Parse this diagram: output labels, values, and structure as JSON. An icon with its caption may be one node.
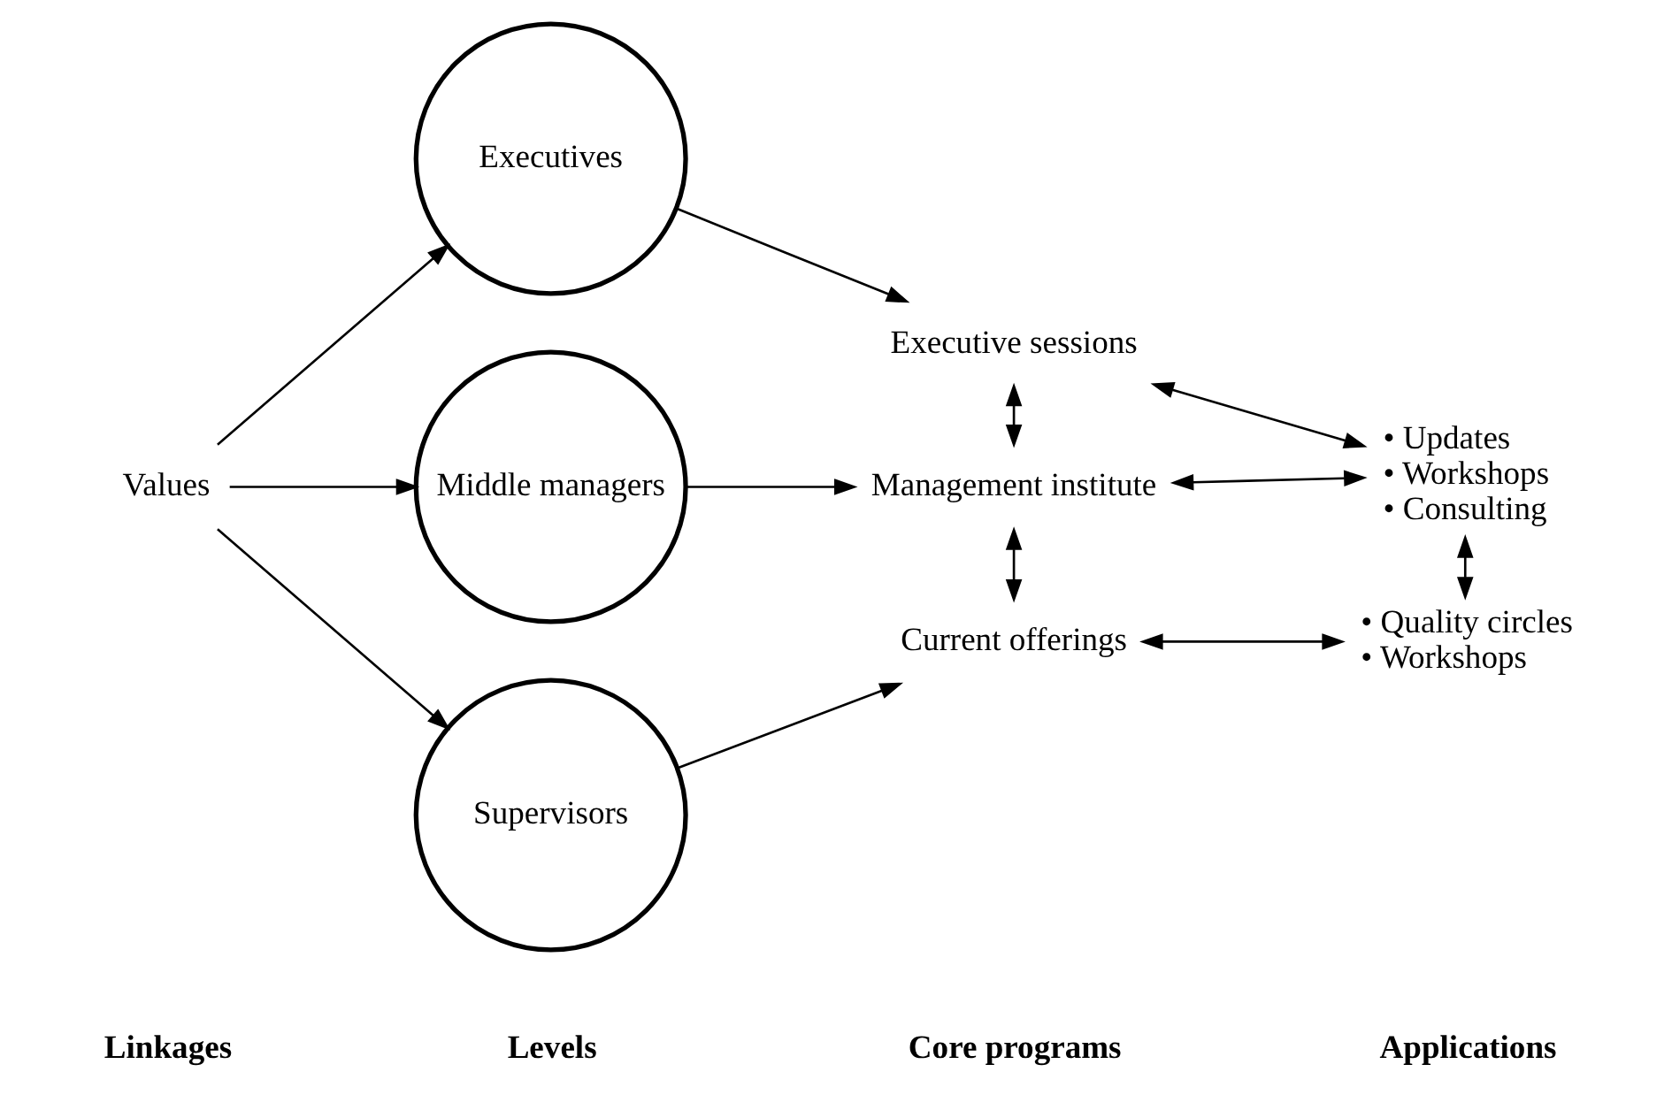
{
  "diagram": {
    "nodes": [
      {
        "text": [
          "Values"
        ]
      },
      {
        "text": [
          "Executives"
        ]
      },
      {
        "text": [
          "Middle managers"
        ]
      },
      {
        "text": [
          "Supervisors"
        ]
      },
      {
        "text": [
          "Executive sessions"
        ]
      },
      {
        "text": [
          "Management institute"
        ]
      },
      {
        "text": [
          "Current offerings"
        ]
      },
      {
        "text": [
          "• Updates",
          "• Workshops",
          "• Consulting"
        ]
      },
      {
        "text": [
          "• Quality circles",
          "• Workshops"
        ]
      }
    ],
    "edges": [
      {
        "from": 0,
        "to": 1,
        "arrow": "to"
      },
      {
        "from": 0,
        "to": 2,
        "arrow": "to"
      },
      {
        "from": 0,
        "to": 3,
        "arrow": "to"
      },
      {
        "from": 1,
        "to": 4,
        "arrow": "to"
      },
      {
        "from": 2,
        "to": 5,
        "arrow": "to"
      },
      {
        "from": 3,
        "to": 6,
        "arrow": "to"
      },
      {
        "from": 4,
        "to": 5,
        "arrow": "both"
      },
      {
        "from": 4,
        "to": 7,
        "arrow": "both"
      },
      {
        "from": 5,
        "to": 7,
        "arrow": "both"
      },
      {
        "from": 5,
        "to": 6,
        "arrow": "both"
      },
      {
        "from": 7,
        "to": 8,
        "arrow": "both"
      },
      {
        "from": 6,
        "to": 8,
        "arrow": "both"
      }
    ],
    "labels": [
      "Linkages",
      "Levels",
      "Core programs",
      "Applications"
    ]
  }
}
